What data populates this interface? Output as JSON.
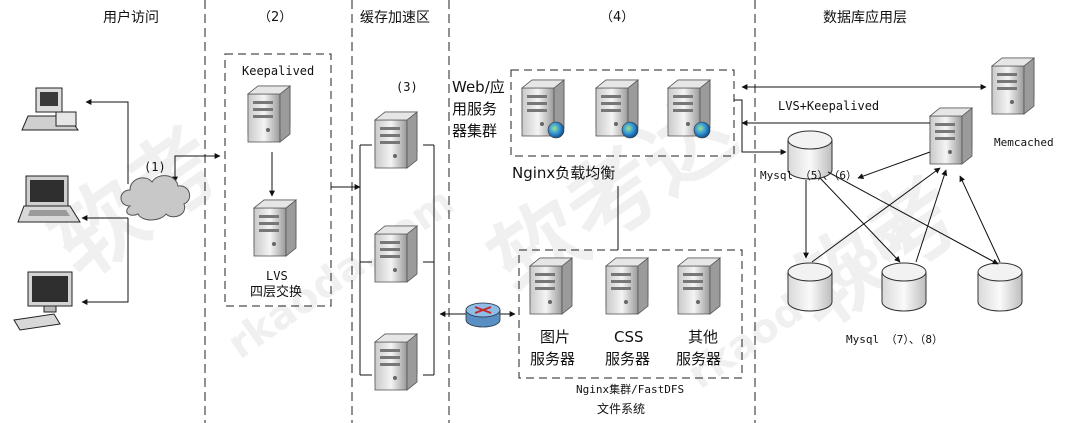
{
  "headers": {
    "user_access": "用户访问",
    "n2": "（2）",
    "cache": "缓存加速区",
    "n4": "（4）",
    "db": "数据库应用层"
  },
  "labels": {
    "n1": "(1)",
    "keepalived": "Keepalived",
    "lvs": "LVS",
    "four_layer": "四层交换",
    "n3": "(3)",
    "web_app": "Web/应",
    "web_app2": "用服务",
    "web_app3": "器集群",
    "nginx_lb": "Nginx负载均衡",
    "img_server1": "图片",
    "img_server2": "服务器",
    "css_server1": "CSS",
    "css_server2": "服务器",
    "other_server1": "其他",
    "other_server2": "服务器",
    "nginx_cluster": "Nginx集群/FastDFS",
    "file_system": "文件系统",
    "lvs_keepalived": "LVS+Keepalived",
    "memcached": "Memcached",
    "mysql_56": "Mysql （5）、（6）",
    "mysql_78": "Mysql （7）、（8）"
  },
  "icons": {
    "cloud": "cloud-icon",
    "server": "server-icon",
    "web_server": "web-server-icon",
    "router": "router-icon",
    "database": "database-icon",
    "desktop": "desktop-computer-icon",
    "laptop": "laptop-icon",
    "monitor": "monitor-icon"
  }
}
